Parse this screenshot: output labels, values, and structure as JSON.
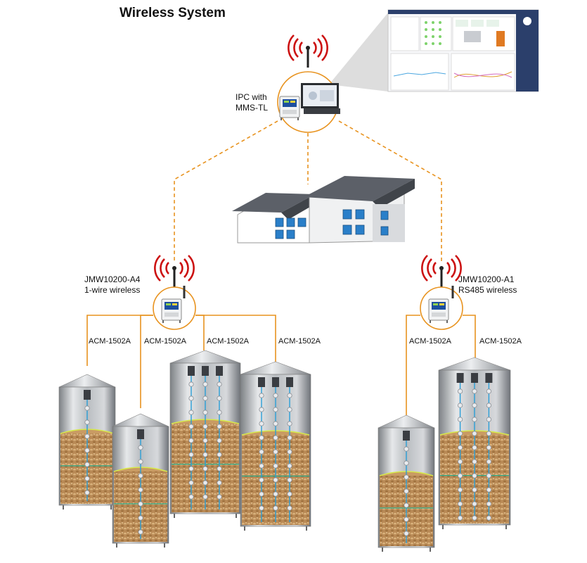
{
  "title": "Wireless System",
  "ipc": {
    "label_line1": "IPC with",
    "label_line2": "MMS-TL"
  },
  "gateway_left": {
    "line1": "JMW10200-A4",
    "line2": "1-wire wireless"
  },
  "gateway_right": {
    "line1": "JMW10200-A1",
    "line2": "RS485 wireless"
  },
  "cables": [
    "ACM-1502A",
    "ACM-1502A",
    "ACM-1502A",
    "ACM-1502A",
    "ACM-1502A",
    "ACM-1502A"
  ],
  "colors": {
    "link": "#e8931f",
    "cable": "#e8931f",
    "antenna_wave": "#cc1111",
    "grain": "#b88a55",
    "sensor": "#2a9fd8"
  },
  "icons": [
    "antenna-icon",
    "ipc-monitor-icon",
    "gateway-device-icon",
    "warehouse-icon",
    "silo-icon"
  ]
}
